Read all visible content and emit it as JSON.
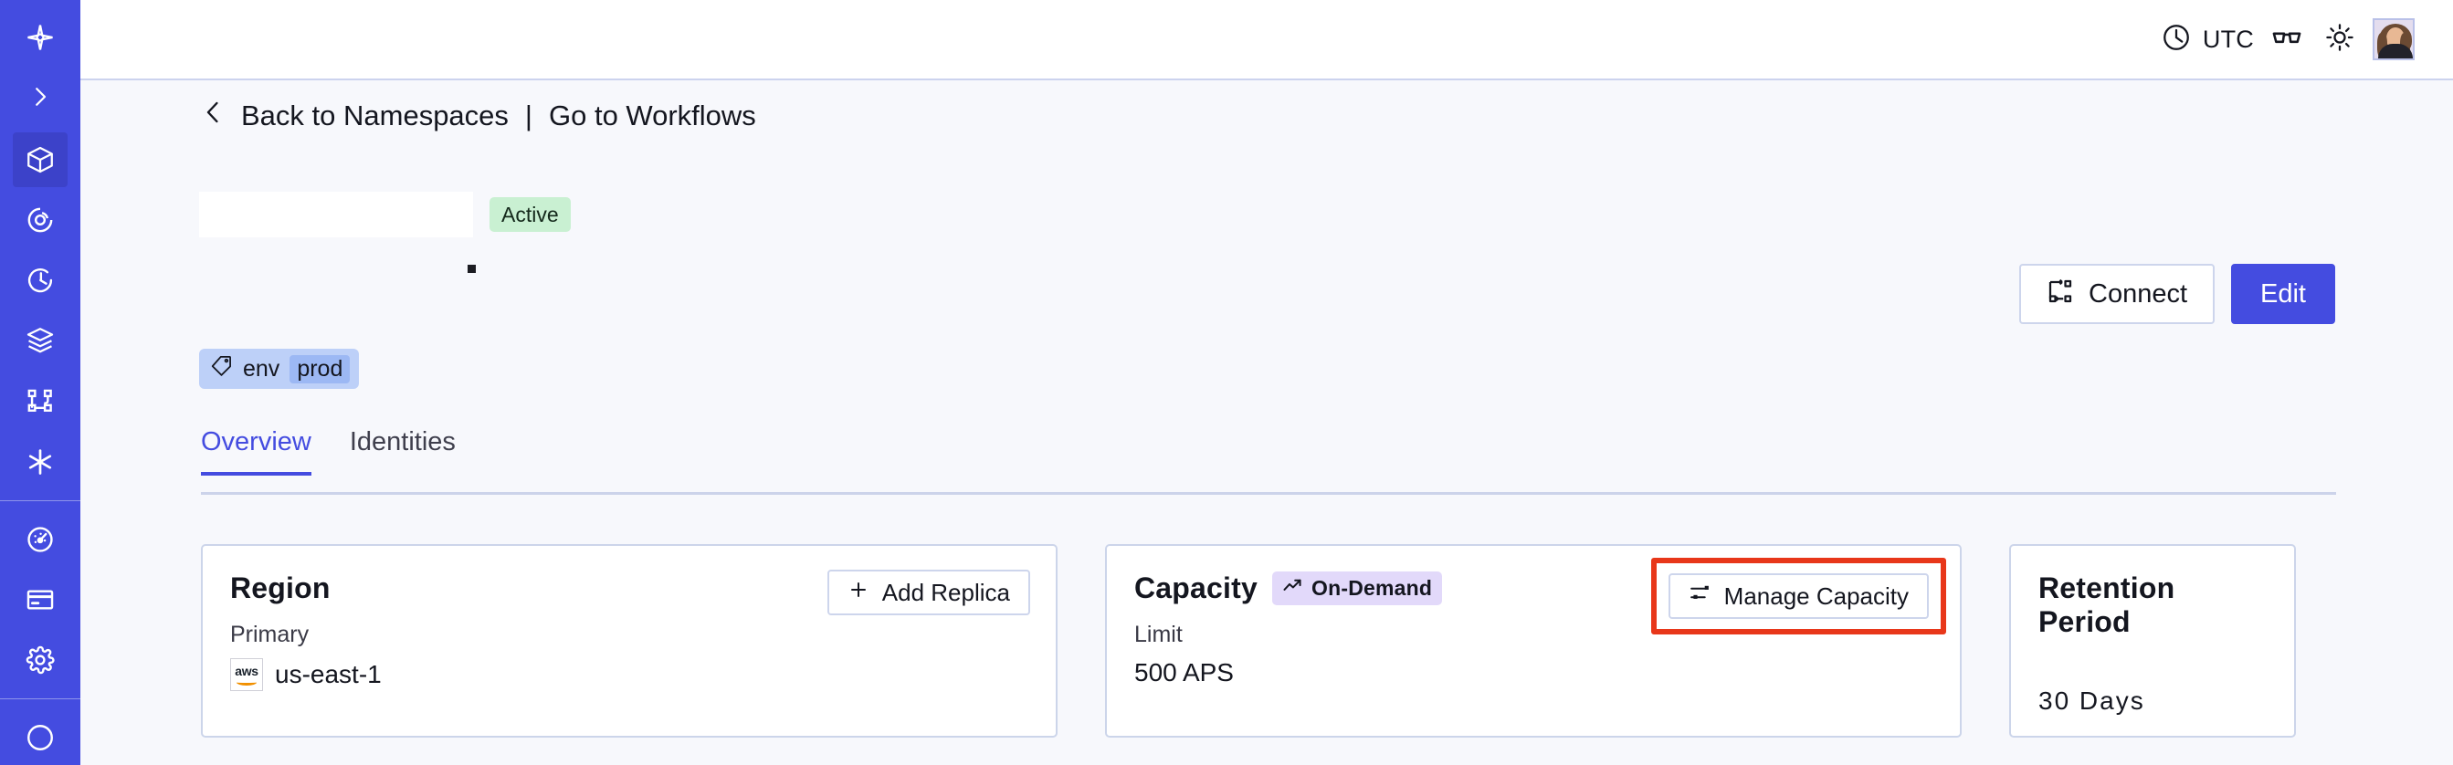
{
  "theme": {
    "brand": "#444ce0",
    "sidebar_bg": "#444ce0",
    "sidebar_active": "#3c42c9",
    "page_bg": "#f7f8fc",
    "card_border": "#ccd5ea",
    "highlight_ring": "#e8371a",
    "badge_active_bg": "#c9f0d2",
    "badge_ondemand_bg": "#e2d9fa",
    "tag_chip_bg": "#bdd0f8",
    "tag_value_bg": "#9cb8f4"
  },
  "sidebar": {
    "items": [
      {
        "icon": "temporal-logo-icon",
        "label": "",
        "active": false
      },
      {
        "icon": "chevron-right-icon",
        "label": "",
        "active": false
      },
      {
        "icon": "cube-namespaces-icon",
        "label": "",
        "active": true
      },
      {
        "icon": "eye-observability-icon",
        "label": "",
        "active": false
      },
      {
        "icon": "history-clock-icon",
        "label": "",
        "active": false
      },
      {
        "icon": "layers-stack-icon",
        "label": "",
        "active": false
      },
      {
        "icon": "workflow-branch-icon",
        "label": "",
        "active": false
      },
      {
        "icon": "asterisk-icon",
        "label": "",
        "active": false
      },
      {
        "icon": "usage-gauge-icon",
        "label": "",
        "active": false
      },
      {
        "icon": "billing-card-icon",
        "label": "",
        "active": false
      },
      {
        "icon": "settings-gear-icon",
        "label": "",
        "active": false
      }
    ]
  },
  "topbar": {
    "timezone_label": "UTC",
    "clock_icon": "clock-icon",
    "glasses_icon": "glasses-icon",
    "theme_icon": "sun-icon",
    "avatar_icon": "user-avatar"
  },
  "breadcrumb": {
    "back_icon": "chevron-left-icon",
    "back_label": "Back to Namespaces",
    "separator": "|",
    "forward_label": "Go to Workflows"
  },
  "header": {
    "namespace_title": "",
    "status_badge": "Active",
    "tag": {
      "icon": "tag-icon",
      "key": "env",
      "value": "prod"
    },
    "actions": {
      "connect_label": "Connect",
      "connect_icon": "connect-icon",
      "edit_label": "Edit"
    }
  },
  "tabs": [
    {
      "label": "Overview",
      "active": true
    },
    {
      "label": "Identities",
      "active": false
    }
  ],
  "cards": {
    "region": {
      "title": "Region",
      "button_label": "Add Replica",
      "button_icon": "plus-icon",
      "sub_label": "Primary",
      "provider_icon": "aws-logo",
      "value": "us-east-1"
    },
    "capacity": {
      "title": "Capacity",
      "badge_label": "On-Demand",
      "badge_icon": "trend-up-icon",
      "button_label": "Manage Capacity",
      "button_icon": "sliders-icon",
      "sub_label": "Limit",
      "value": "500 APS",
      "highlighted": true
    },
    "retention": {
      "title": "Retention Period",
      "value": "30 Days"
    }
  }
}
